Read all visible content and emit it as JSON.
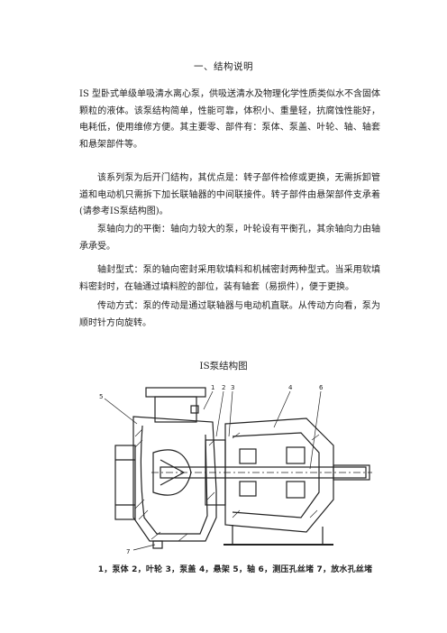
{
  "title": "一、结构说明",
  "paragraphs": [
    "IS 型卧式单级单吸清水离心泵，供吸送清水及物理化学性质类似水不含固体颗粒的液体。该泵结构简单，性能可靠，体积小、重量轻，抗腐蚀性能好，电耗低，使用维修方便。其主要零、部件有：泵体、泵盖、叶轮、轴、轴套和悬架部件等。",
    "该系列泵为后开门结构，其优点是：转子部件检修或更换，无需拆卸管道和电动机只需拆下加长联轴器的中间联接件。转子部件由悬架部件支承着(请参考IS泵结构图)。",
    "泵轴向力的平衡：轴向力较大的泵，叶轮设有平衡孔，其余轴向力由轴承承受。",
    "轴封型式：泵的轴向密封采用软填料和机械密封两种型式。当采用软填料密封时，在轴通过填料腔的部位，装有轴套（易损件），便于更换。",
    "传动方式：泵的传动是通过联轴器与电动机直联。从传动方向看，泵为顺时针方向旋转。"
  ],
  "figure": {
    "title": "IS泵结构图",
    "callouts": [
      "1",
      "2",
      "3",
      "4",
      "5",
      "6",
      "7"
    ],
    "caption": "1，泵体  2，叶轮  3，泵盖  4，悬架  5，轴  6，测压孔丝堵  7，放水孔丝堵"
  }
}
